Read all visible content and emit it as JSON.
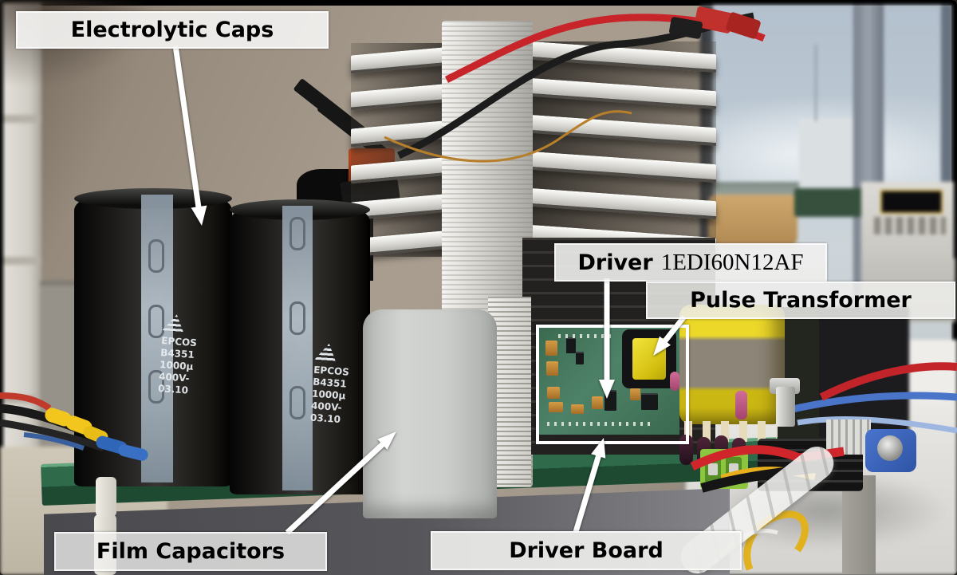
{
  "annotations": {
    "electrolytic_caps": {
      "label": "Electrolytic Caps"
    },
    "driver": {
      "label_bold": "Driver",
      "label_part": "1EDI60N12AF"
    },
    "pulse_transformer": {
      "label": "Pulse Transformer"
    },
    "film_capacitors": {
      "label": "Film Capacitors"
    },
    "driver_board": {
      "label": "Driver Board"
    }
  },
  "capacitor_print": {
    "brand": "EPCOS",
    "series": "B4351",
    "capacitance": "1000µ",
    "voltage": "400V-",
    "date_code": "03.10"
  },
  "colors": {
    "label_bg": "#f0efed",
    "label_text": "#000000",
    "arrow": "#ffffff",
    "highlight_box": "#ffffff",
    "pcb_green": "#2f6b4b",
    "driver_pcb_green": "#4e8268",
    "heatsink_silver": "#d6d5d0",
    "cap_black": "#141414",
    "cap_stripe": "#b9c4cd",
    "film_cap_gray": "#cbcecb",
    "transformer_yellow": "#ecd829",
    "terminal_green": "#8cc63f",
    "window_blue": "#bcc8d2"
  }
}
